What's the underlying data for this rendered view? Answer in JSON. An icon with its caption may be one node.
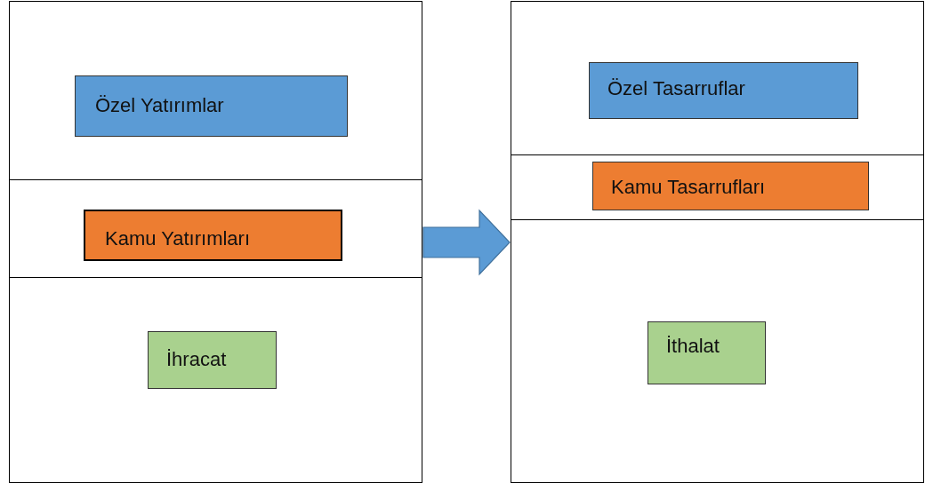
{
  "diagram": {
    "nodes": [
      {
        "text": [],
        "shape": "box"
      },
      {
        "text": [
          "Özel Yatırımlar"
        ],
        "in": 0
      },
      {
        "text": [
          "Kamu Yatırımları"
        ],
        "in": 0
      },
      {
        "text": [
          "İhracat"
        ],
        "in": 0
      },
      {
        "text": [],
        "shape": "box"
      },
      {
        "text": [
          "Özel Tasarruflar"
        ],
        "in": 4
      },
      {
        "text": [
          "Kamu Tasarrufları"
        ],
        "in": 4
      },
      {
        "text": [
          "İthalat"
        ],
        "in": 4
      }
    ],
    "edges": [
      {
        "from": 0,
        "to": 4,
        "arrow": "to"
      }
    ]
  }
}
